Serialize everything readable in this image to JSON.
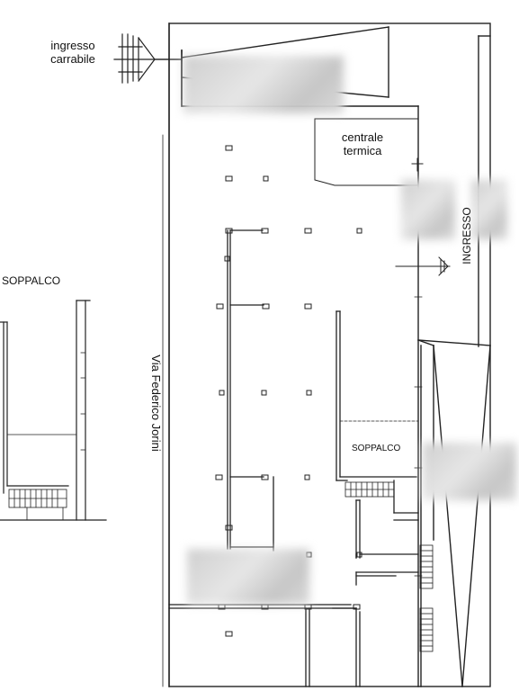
{
  "labels": {
    "entrance_vehicle_line1": "ingresso",
    "entrance_vehicle_line2": "carrabile",
    "heating_plant_line1": "centrale",
    "heating_plant_line2": "termica",
    "main_entrance": "INGRESSO",
    "mezzanine_left": "SOPPALCO",
    "mezzanine_inner": "SOPPALCO",
    "street_name": "Via Federico Jorini"
  },
  "colors": {
    "line": "#222222",
    "background": "#ffffff",
    "redaction": "#d3d3d3"
  }
}
